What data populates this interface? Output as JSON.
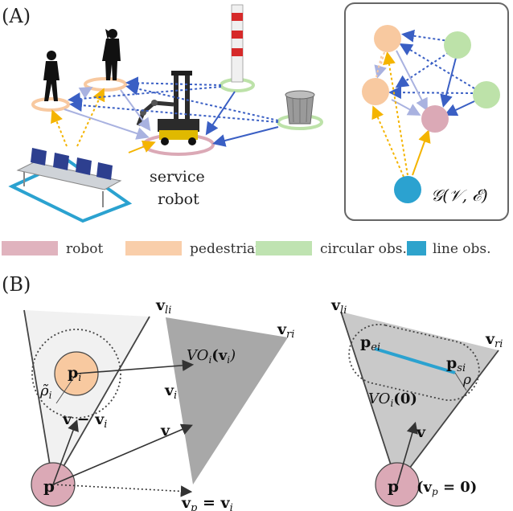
{
  "panel_a": {
    "tag": "(A)",
    "robot_label_line1": "service",
    "robot_label_line2": "robot",
    "graph_label": "𝒢(𝒱, ℰ)"
  },
  "legend": {
    "items": [
      {
        "label": "robot",
        "color": "#e0b3be"
      },
      {
        "label": "pedestrian",
        "color": "#f9ceaa"
      },
      {
        "label": "circular obs.",
        "color": "#bfe3b1"
      },
      {
        "label": "line obs.",
        "color": "#2ea3cc"
      }
    ]
  },
  "colors": {
    "robot": "#dba9b6",
    "pedestrian": "#f8c9a0",
    "circular": "#bde2a9",
    "line": "#2ba2d0",
    "edge_ped": "#f4b400",
    "edge_obs": "#3a5fc4",
    "edge_light": "#a9b2e0"
  },
  "panel_b": {
    "tag": "(B)",
    "left": {
      "v_li": "v",
      "v_li_sub": "li",
      "v_ri": "v",
      "v_ri_sub": "ri",
      "vo": "VO",
      "vo_sub": "i",
      "vo_arg": "(v",
      "vo_arg_sub": "i",
      "vo_close": ")",
      "p_i": "p",
      "p_i_sub": "i",
      "rho": "ρ̃",
      "rho_sub": "i",
      "v_i": "v",
      "v_i_sub": "i",
      "v_minus": "v − v",
      "v_minus_sub": "i",
      "v": "v",
      "p": "p",
      "vp": "v",
      "vp_sub": "p",
      "vp_eq": " = v",
      "vp_eq_sub": "i"
    },
    "right": {
      "v_li": "v",
      "v_li_sub": "li",
      "v_ri": "v",
      "v_ri_sub": "ri",
      "p_ei": "p",
      "p_ei_sub": "ei",
      "p_si": "p",
      "p_si_sub": "si",
      "rho": "ρ",
      "vo": "VO",
      "vo_sub": "i",
      "vo_arg": "(0)",
      "v": "v",
      "p": "p",
      "vp": "(v",
      "vp_sub": "p",
      "vp_eq": " = 0)"
    }
  }
}
